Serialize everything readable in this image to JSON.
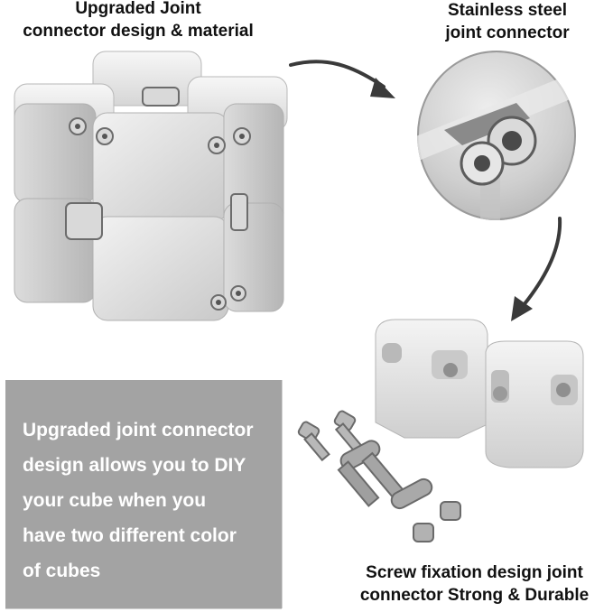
{
  "captions": {
    "top_left": [
      "Upgraded Joint",
      "connector design & material"
    ],
    "top_right": [
      "Stainless steel",
      "joint connector"
    ],
    "bottom_right": [
      "Screw fixation design joint",
      "connector Strong & Durable"
    ]
  },
  "info_box": {
    "lines": [
      "Upgraded joint connector",
      "design allows you to DIY",
      "your cube when you",
      "have two different color",
      "of cubes"
    ],
    "background": "#a3a3a3",
    "text_color": "#ffffff"
  },
  "images": {
    "main": "silver-infinity-cube-icon",
    "detail": "stainless-joint-connector-closeup-icon",
    "parts": "disassembled-cube-blocks-and-screws-icon"
  },
  "arrows": {
    "color": "#3a3a3a"
  }
}
